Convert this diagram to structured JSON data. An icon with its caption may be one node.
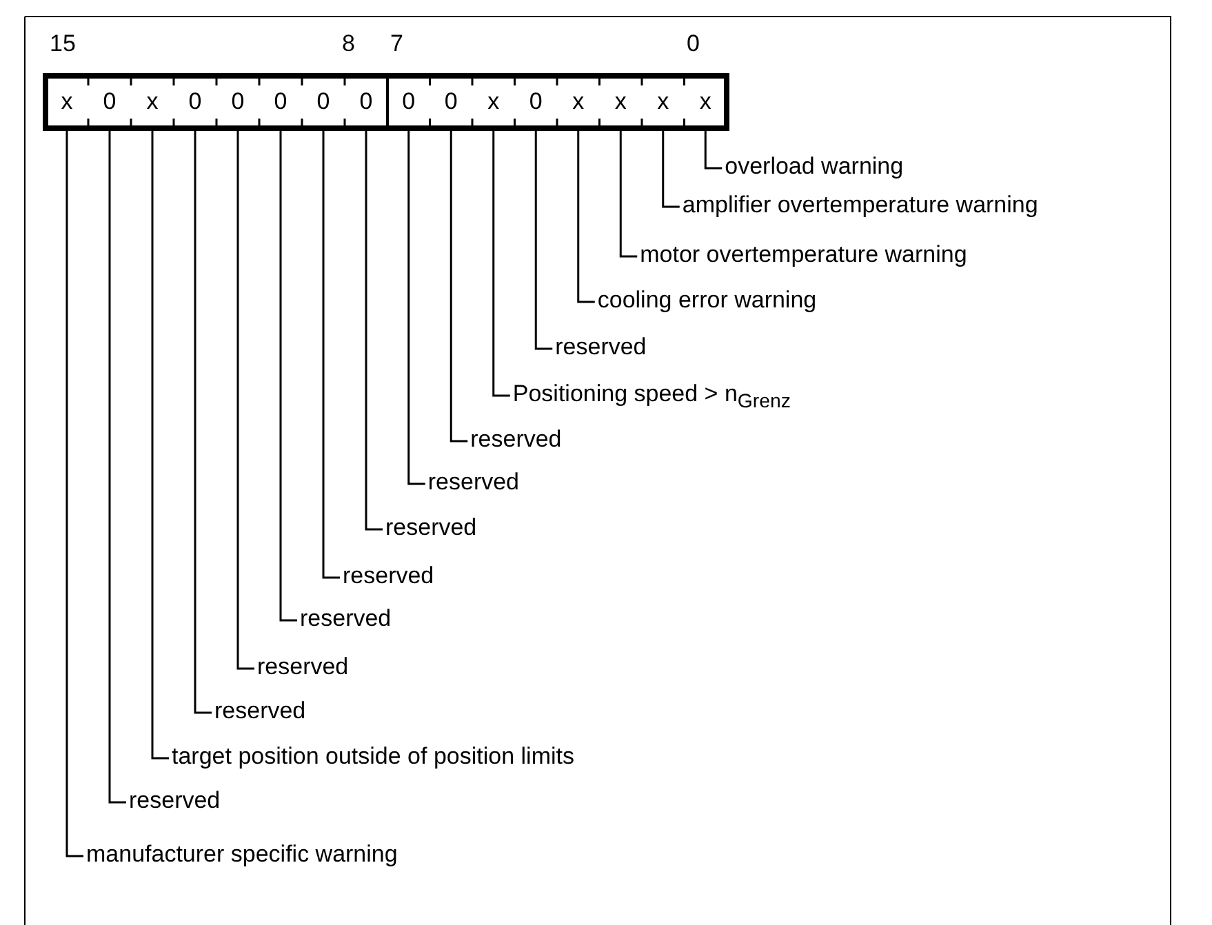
{
  "diagram": {
    "nodes": [
      {
        "text": [
          "x"
        ]
      },
      {
        "text": [
          "0"
        ]
      },
      {
        "text": [
          "x"
        ]
      },
      {
        "text": [
          "0"
        ]
      },
      {
        "text": [
          "0"
        ]
      },
      {
        "text": [
          "0"
        ]
      },
      {
        "text": [
          "0"
        ]
      },
      {
        "text": [
          "0"
        ]
      },
      {
        "text": [
          "0"
        ]
      },
      {
        "text": [
          "0"
        ]
      },
      {
        "text": [
          "x"
        ]
      },
      {
        "text": [
          "0"
        ]
      },
      {
        "text": [
          "x"
        ]
      },
      {
        "text": [
          "x"
        ]
      },
      {
        "text": [
          "x"
        ]
      },
      {
        "text": [
          "x"
        ]
      },
      {
        "text": [
          "overload warning"
        ]
      },
      {
        "text": [
          "amplifier overtemperature warning"
        ]
      },
      {
        "text": [
          "motor overtemperature warning"
        ]
      },
      {
        "text": [
          "cooling error warning"
        ]
      },
      {
        "text": [
          "reserved"
        ]
      },
      {
        "text": [
          "Positioning speed > n$_{Grenz}$"
        ]
      },
      {
        "text": [
          "reserved"
        ]
      },
      {
        "text": [
          "reserved"
        ]
      },
      {
        "text": [
          "reserved"
        ]
      },
      {
        "text": [
          "reserved"
        ]
      },
      {
        "text": [
          "reserved"
        ]
      },
      {
        "text": [
          "reserved"
        ]
      },
      {
        "text": [
          "reserved"
        ]
      },
      {
        "text": [
          "target position outside of position limits"
        ]
      },
      {
        "text": [
          "reserved"
        ]
      },
      {
        "text": [
          "manufacturer specific warning"
        ]
      }
    ],
    "edges": [
      {
        "from": 16,
        "to": 15,
        "arrow": "none"
      },
      {
        "from": 17,
        "to": 14,
        "arrow": "none"
      },
      {
        "from": 18,
        "to": 13,
        "arrow": "none"
      },
      {
        "from": 19,
        "to": 12,
        "arrow": "none"
      },
      {
        "from": 20,
        "to": 11,
        "arrow": "none"
      },
      {
        "from": 21,
        "to": 10,
        "arrow": "none"
      },
      {
        "from": 22,
        "to": 9,
        "arrow": "none"
      },
      {
        "from": 23,
        "to": 8,
        "arrow": "none"
      },
      {
        "from": 24,
        "to": 7,
        "arrow": "none"
      },
      {
        "from": 25,
        "to": 6,
        "arrow": "none"
      },
      {
        "from": 26,
        "to": 5,
        "arrow": "none"
      },
      {
        "from": 27,
        "to": 4,
        "arrow": "none"
      },
      {
        "from": 28,
        "to": 3,
        "arrow": "none"
      },
      {
        "from": 29,
        "to": 2,
        "arrow": "none"
      },
      {
        "from": 30,
        "to": 1,
        "arrow": "none"
      },
      {
        "from": 31,
        "to": 0,
        "arrow": "none"
      }
    ],
    "labels": [
      "15",
      "8",
      "7",
      "0"
    ]
  }
}
